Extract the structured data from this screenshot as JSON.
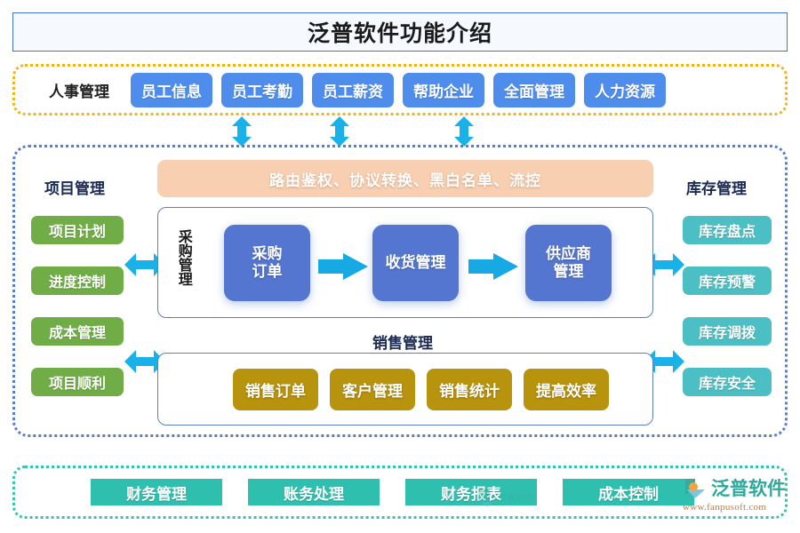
{
  "page": {
    "title": "泛普软件功能介绍"
  },
  "hr_band": {
    "label": "人事管理",
    "accent_color": "#f0b31f",
    "chip_color": "#4f8ded",
    "chips": [
      {
        "label": "员工信息"
      },
      {
        "label": "员工考勤"
      },
      {
        "label": "员工薪资"
      },
      {
        "label": "帮助企业"
      },
      {
        "label": "全面管理"
      },
      {
        "label": "人力资源"
      }
    ]
  },
  "connectors": {
    "vertical_arrows": 3,
    "vertical_arrow_color": "#18b2e8",
    "horizontal_arrows": 4,
    "horizontal_arrow_color": "#18b2e8",
    "flow_arrows": 2,
    "flow_arrow_color": "#16a9e4",
    "icon_names": [
      "double-arrow-vertical-icon",
      "double-arrow-horizontal-icon",
      "arrow-right-icon"
    ]
  },
  "main_band": {
    "accent_color": "#5b7fc7",
    "banner": {
      "text": "路由鉴权、协议转换、黑白名单、流控",
      "color": "#f8cfb1"
    },
    "left_column": {
      "title": "项目管理",
      "chip_color": "#70ad47",
      "chips": [
        {
          "label": "项目计划"
        },
        {
          "label": "进度控制"
        },
        {
          "label": "成本管理"
        },
        {
          "label": "项目顺利"
        }
      ]
    },
    "right_column": {
      "title": "库存管理",
      "chip_color": "#4cbfc4",
      "chips": [
        {
          "label": "库存盘点"
        },
        {
          "label": "库存预警"
        },
        {
          "label": "库存调拨"
        },
        {
          "label": "库存安全"
        }
      ]
    },
    "purchase": {
      "vertical_label": "采购管理",
      "node_color": "#5576d0",
      "nodes": [
        {
          "line1": "采购",
          "line2": "订单"
        },
        {
          "line1": "收货管理",
          "line2": ""
        },
        {
          "line1": "供应商",
          "line2": "管理"
        }
      ]
    },
    "sales": {
      "title": "销售管理",
      "chip_color": "#b8930e",
      "chips": [
        {
          "label": "销售订单"
        },
        {
          "label": "客户管理"
        },
        {
          "label": "销售统计"
        },
        {
          "label": "提高效率"
        }
      ]
    }
  },
  "finance_band": {
    "accent_color": "#3bbfae",
    "chip_color": "#2fbfae",
    "chips": [
      {
        "label": "财务管理"
      },
      {
        "label": "账务处理"
      },
      {
        "label": "财务报表"
      },
      {
        "label": "成本控制"
      }
    ]
  },
  "logo": {
    "name": "泛普软件",
    "url": "www.fanpusoft.com",
    "color": "#2fa89c"
  },
  "watermark": {
    "text": "泛普软件"
  }
}
